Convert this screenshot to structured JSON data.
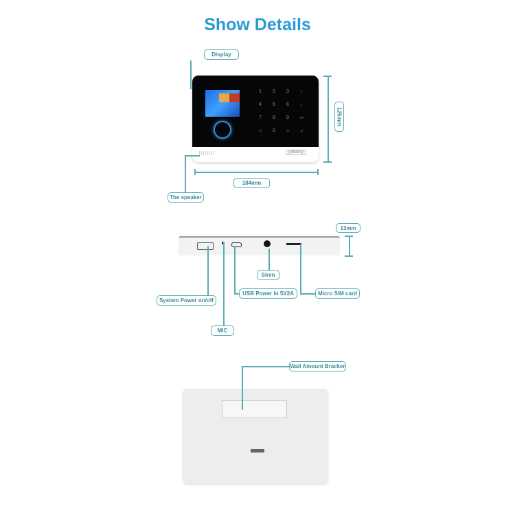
{
  "title": "Show Details",
  "colors": {
    "title": "#2a9ad6",
    "label_border": "#5aacb3",
    "label_text": "#3a8a9a"
  },
  "front_view": {
    "labels": {
      "display": "Display",
      "height": "125mm",
      "width": "184mm",
      "speaker": "The speaker"
    },
    "keypad": [
      "1",
      "2",
      "3",
      "↑",
      "4",
      "5",
      "6",
      "↓",
      "7",
      "8",
      "9",
      "↩",
      "⌂",
      "0",
      "⌂",
      "✓"
    ],
    "icons": [
      "home-icon",
      "nfc-icon"
    ]
  },
  "side_view": {
    "labels": {
      "thickness": "13mm",
      "siren": "Siren",
      "usb": "USB Power In 5V2A",
      "sim": "Micro SIM card",
      "power": "System Power on/off",
      "mic": "MIC"
    }
  },
  "back_view": {
    "labels": {
      "bracket": "Wall Amount Bracker"
    }
  }
}
